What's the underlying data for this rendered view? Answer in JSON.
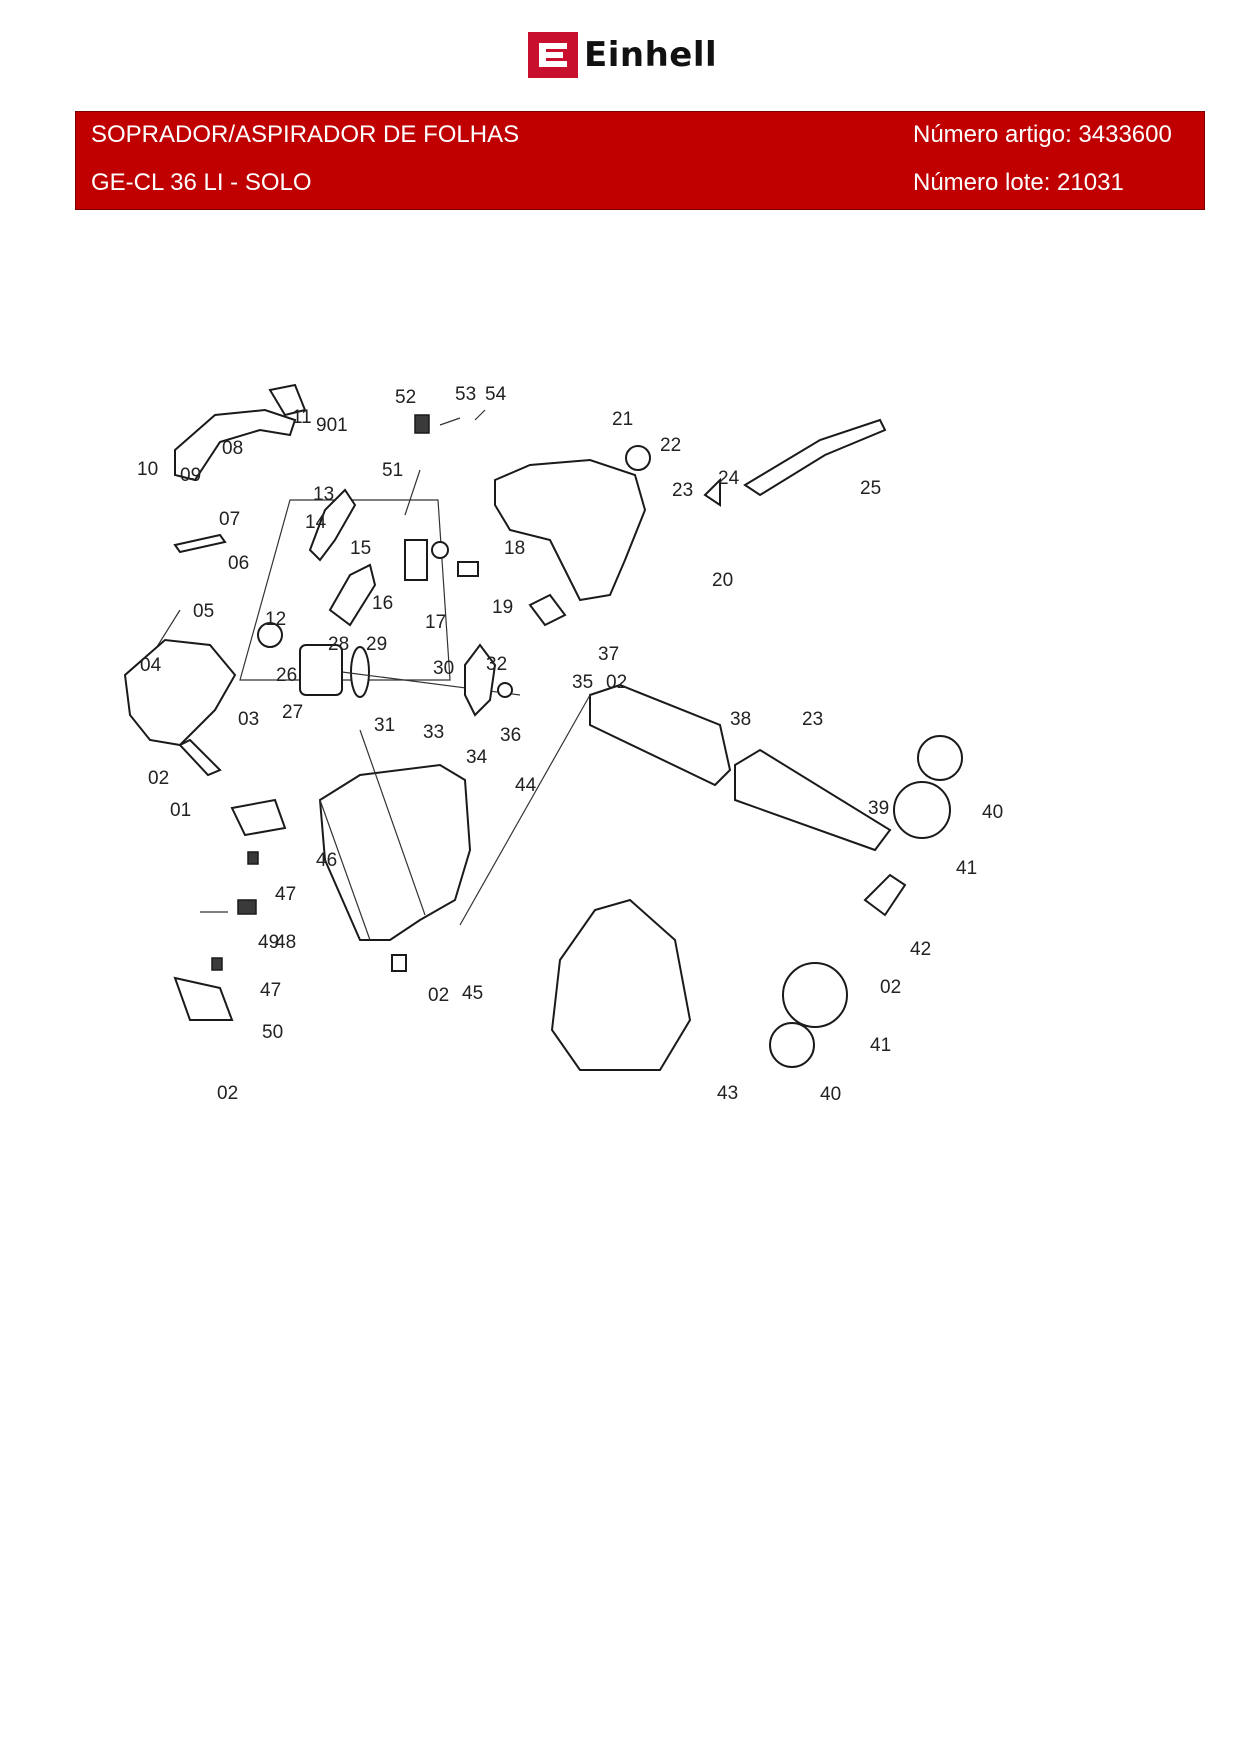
{
  "brand": {
    "name": "Einhell",
    "accent": "#c8102e",
    "logo_icon": "einhell-logo-icon"
  },
  "header": {
    "product_name": "SOPRADOR/ASPIRADOR DE FOLHAS",
    "model": "GE-CL 36 LI - SOLO",
    "article": "Número artigo: 3433600",
    "lot": "Número lote: 21031",
    "background": "#c00000"
  },
  "diagram": {
    "labels": [
      "11",
      "901",
      "52",
      "53",
      "54",
      "21",
      "22",
      "10",
      "08",
      "09",
      "13",
      "51",
      "23",
      "24",
      "25",
      "07",
      "14",
      "18",
      "06",
      "15",
      "20",
      "16",
      "19",
      "05",
      "12",
      "17",
      "37",
      "28",
      "29",
      "30",
      "32",
      "04",
      "26",
      "35",
      "02",
      "27",
      "03",
      "31",
      "33",
      "36",
      "38",
      "23",
      "34",
      "02",
      "01",
      "44",
      "39",
      "40",
      "41",
      "46",
      "47",
      "49",
      "48",
      "42",
      "02",
      "47",
      "02",
      "45",
      "41",
      "50",
      "43",
      "40",
      "02"
    ]
  }
}
